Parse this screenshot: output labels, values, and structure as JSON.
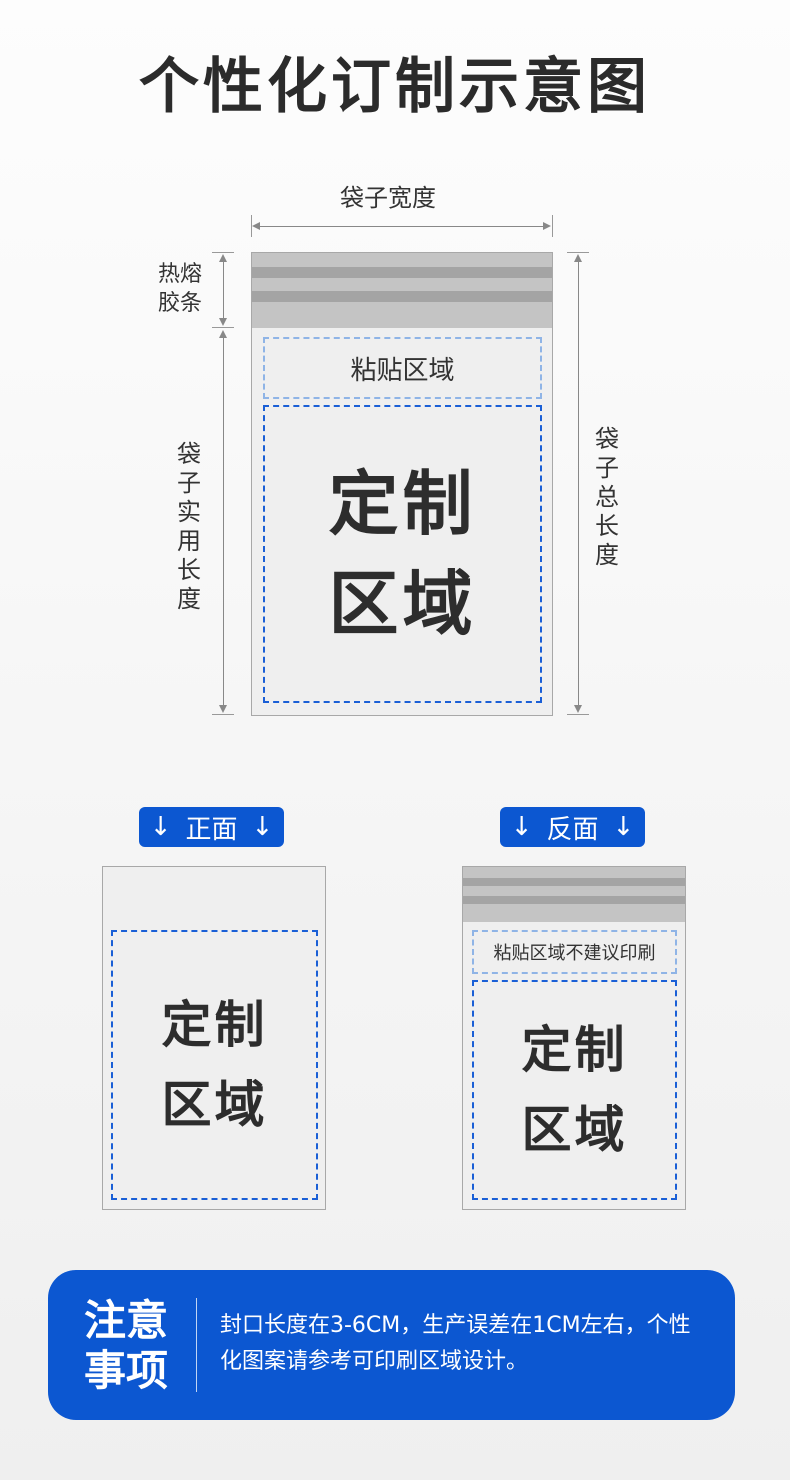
{
  "title": "个性化订制示意图",
  "colors": {
    "accent": "#0c57d1",
    "dashed_custom": "#1a5fd6",
    "dashed_paste": "#8fb4e6",
    "bag_fill": "#efefef",
    "strip_fill": "#c4c4c4"
  },
  "main_diagram": {
    "width_label": "袋子宽度",
    "hotmelt_label": "热熔胶条",
    "usable_length_label": "袋子实用长度",
    "total_length_label": "袋子总长度",
    "paste_area_label": "粘贴区域",
    "custom_line1": "定制",
    "custom_line2": "区域"
  },
  "front": {
    "badge_label": "正面",
    "arrow_icon": "↓",
    "custom_line1": "定制",
    "custom_line2": "区域"
  },
  "back": {
    "badge_label": "反面",
    "arrow_icon": "↓",
    "paste_label": "粘贴区域不建议印刷",
    "custom_line1": "定制",
    "custom_line2": "区域"
  },
  "notice": {
    "heading_line1": "注意",
    "heading_line2": "事项",
    "text": "封口长度在3-6CM，生产误差在1CM左右，个性化图案请参考可印刷区域设计。"
  }
}
